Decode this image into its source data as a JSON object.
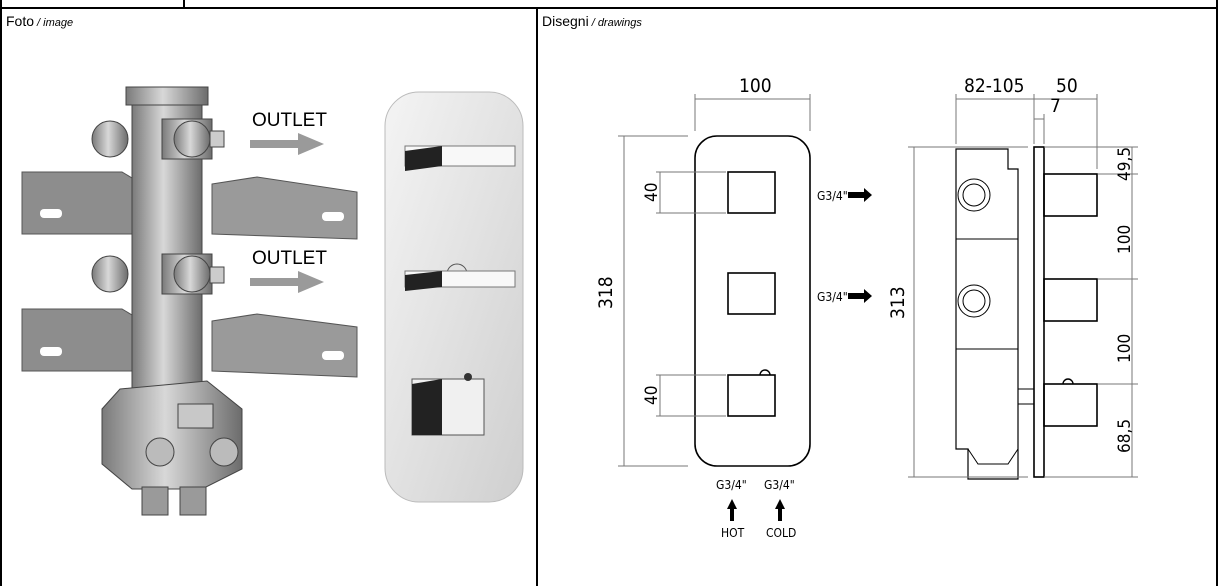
{
  "photo": {
    "title": "Foto",
    "subtitle": "/ image",
    "outlet_label_1": "OUTLET",
    "outlet_label_2": "OUTLET"
  },
  "drawings": {
    "title": "Disegni",
    "subtitle": "/ drawings",
    "front": {
      "width": "100",
      "height": "318",
      "handle_offset_top": "40",
      "handle_offset_bottom": "40",
      "outlet_1": "G3/4\"",
      "outlet_2": "G3/4\"",
      "inlet_hot_size": "G3/4\"",
      "inlet_cold_size": "G3/4\"",
      "hot": "HOT",
      "cold": "COLD"
    },
    "side": {
      "depth_range": "82-105",
      "plate_depth": "50",
      "plate_thickness": "7",
      "height": "313",
      "spacing_top": "49,5",
      "spacing_1": "100",
      "spacing_2": "100",
      "spacing_bottom": "68,5"
    }
  }
}
